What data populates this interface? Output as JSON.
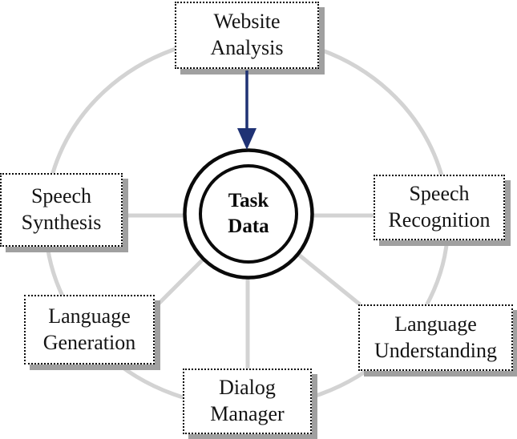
{
  "diagram": {
    "center": {
      "line1": "Task",
      "line2": "Data"
    },
    "nodes": [
      {
        "id": "website-analysis",
        "line1": "Website",
        "line2": "Analysis"
      },
      {
        "id": "speech-recognition",
        "line1": "Speech",
        "line2": "Recognition"
      },
      {
        "id": "language-understanding",
        "line1": "Language",
        "line2": "Understanding"
      },
      {
        "id": "dialog-manager",
        "line1": "Dialog",
        "line2": "Manager"
      },
      {
        "id": "language-generation",
        "line1": "Language",
        "line2": "Generation"
      },
      {
        "id": "speech-synthesis",
        "line1": "Speech",
        "line2": "Synthesis"
      }
    ],
    "colors": {
      "connector": "#d3d3d3",
      "arrow": "#1f3274",
      "ring": "#0a0a0a",
      "node_border": "#0a0a0a",
      "node_shadow": "#a0a0a0",
      "background": "#ffffff"
    }
  }
}
